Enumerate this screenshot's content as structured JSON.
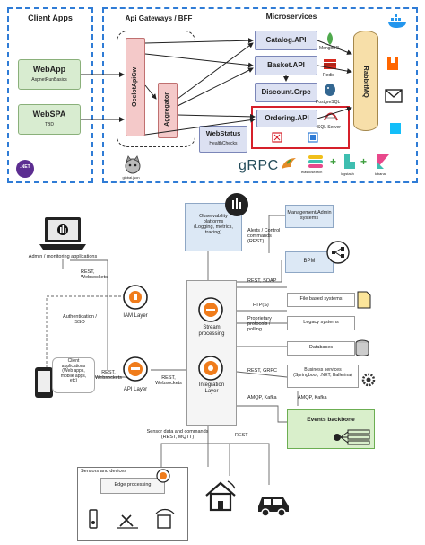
{
  "top": {
    "client_apps": {
      "title": "Client Apps",
      "webapp": {
        "label": "WebApp",
        "sub": "AspnetRunBasics"
      },
      "webspa": {
        "label": "WebSPA",
        "sub": "TBD"
      },
      "net_badge": ".NET"
    },
    "gateways": {
      "title": "Api Gateways / BFF",
      "ocelot": "OcelotApiGw",
      "aggregator": "Aggregator",
      "webstatus": {
        "label": "WebStatus",
        "sub": "HealthChecks"
      },
      "global_label": "global.json"
    },
    "microservices": {
      "title": "Microservices",
      "catalog": "Catalog.API",
      "basket": "Basket.API",
      "discount": "Discount.Grpc",
      "ordering": "Ordering.API",
      "rabbitmq": "RabbitMQ",
      "stores": {
        "mongodb": "MongoDB",
        "redis": "Redis",
        "postgres": "PostgreSQL",
        "sqlserver": "SQL Server"
      },
      "grpc_logo": "gRPC",
      "elastic": "elasticsearch",
      "logstash": "logstash",
      "kibana": "kibana"
    }
  },
  "bottom": {
    "admin_app": "Admin / monitoring applications",
    "rest_websockets_1": "REST,\nWebsockets",
    "auth_sso": "Authentication /\nSSO",
    "iam_layer": "IAM Layer",
    "client_apps": "Client\napplications\n(Web apps,\nmobile apps,\netc)",
    "rest_websockets_2": "REST,\nWebsockets",
    "rest_websockets_3": "REST,\nWebsockets",
    "api_layer": "API Layer",
    "observability": "Observability\nplatforms\n(Logging, metrics,\ntracing)",
    "alerts": "Alerts / Control\ncommands\n(REST)",
    "management": "Management/Admin\nsystems",
    "rest_soap": "REST, SOAP",
    "bpm": "BPM",
    "ftp": "FTP(S)",
    "file_systems": "File based systems",
    "proprietary": "Proprietary\nprotocols /\npolling",
    "legacy": "Legacy systems",
    "stream": "Stream\nprocessing",
    "databases": "Databases",
    "rest_grpc": "REST, GRPC",
    "business": "Business services\n(Springboot, .NET, Ballerina)",
    "integration": "Integration\nLayer",
    "amqp_1": "AMQP, Kafka",
    "amqp_2": "AMQP, Kafka",
    "events": "Events backbone",
    "sensor_cmd": "Sensor data and commands\n(REST, MQTT)",
    "rest": "REST",
    "sensors_devices": "Sensors and devices",
    "edge": "Edge processing"
  }
}
